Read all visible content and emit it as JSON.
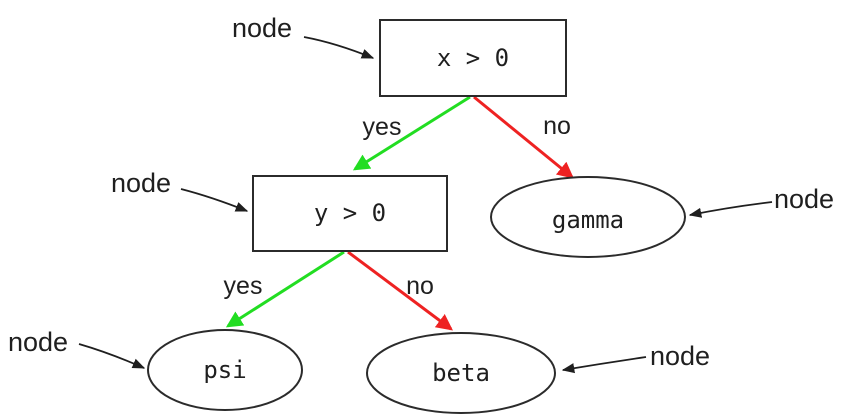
{
  "diagram": {
    "type": "decision-tree",
    "background": "#ffffff",
    "annotation_label": "node",
    "colors": {
      "yes_edge": "#22dd22",
      "no_edge": "#ee2222",
      "node_stroke": "#2b2b2b",
      "annotation": "#1f1f1f",
      "text": "#1f1f1f"
    },
    "nodes": [
      {
        "id": "root",
        "shape": "rect",
        "label": "x > 0"
      },
      {
        "id": "y-test",
        "shape": "rect",
        "label": "y > 0"
      },
      {
        "id": "gamma",
        "shape": "ellipse",
        "label": "gamma"
      },
      {
        "id": "psi",
        "shape": "ellipse",
        "label": "psi"
      },
      {
        "id": "beta",
        "shape": "ellipse",
        "label": "beta"
      }
    ],
    "edges": [
      {
        "from": "x > 0",
        "to": "y > 0",
        "label": "yes",
        "color": "green"
      },
      {
        "from": "x > 0",
        "to": "gamma",
        "label": "no",
        "color": "red"
      },
      {
        "from": "y > 0",
        "to": "psi",
        "label": "yes",
        "color": "green"
      },
      {
        "from": "y > 0",
        "to": "beta",
        "label": "no",
        "color": "red"
      }
    ]
  }
}
